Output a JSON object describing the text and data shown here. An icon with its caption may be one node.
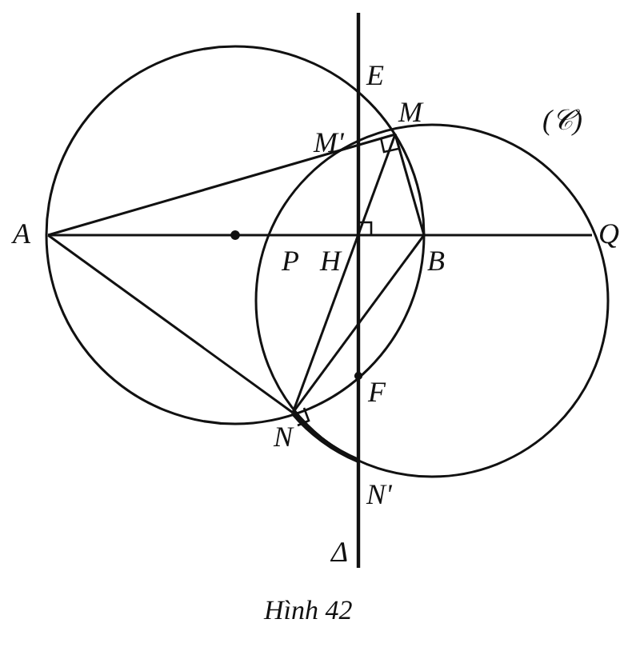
{
  "diagram": {
    "caption": "Hình 42",
    "labels": [
      "E",
      "M'",
      "M",
      "(𝒞)",
      "A",
      "P",
      "H",
      "B",
      "Q",
      "F",
      "N",
      "N'",
      "Δ"
    ]
  }
}
